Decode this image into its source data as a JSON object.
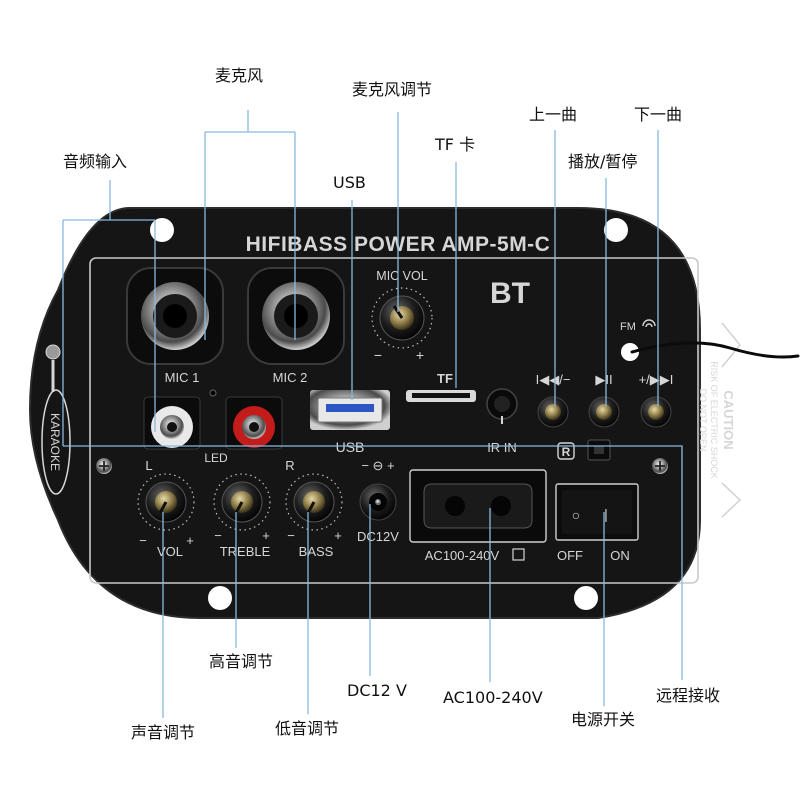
{
  "panel": {
    "model_title": "HIFIBASS POWER AMP-5M-C",
    "bt_label": "BT",
    "mic_vol_label": "MIC VOL",
    "mic_vol_minus": "−",
    "mic_vol_plus": "+",
    "mic1_label": "MIC 1",
    "mic2_label": "MIC 2",
    "usb_label": "USB",
    "tf_label": "TF",
    "ir_label": "IR IN",
    "fm_label": "FM",
    "prev_label": "I◀◀/−",
    "play_label": "▶II",
    "next_label": "+/▶▶I",
    "remote_badge": "R",
    "left_channel": "L",
    "right_channel": "R",
    "led_label": "LED",
    "karaoke_label": "KARAOKE",
    "vol_label": "VOL",
    "treble_label": "TREBLE",
    "bass_label": "BASS",
    "knob_minus": "−",
    "knob_plus": "+",
    "dc_polarity": "− ⊖ +",
    "dc_label": "DC12V",
    "ac_label": "AC100-240V",
    "off_label": "OFF",
    "on_label": "ON",
    "switch_off_symbol": "○",
    "switch_on_symbol": "|",
    "caution_title": "CAUTION",
    "caution_line1": "RISK OF ELECTRIC SHOCK",
    "caution_line2": "DO NOT OPEN"
  },
  "callouts": {
    "microphone": "麦克风",
    "mic_adjust": "麦克风调节",
    "audio_input": "音频输入",
    "usb": "USB",
    "tf_card": "TF 卡",
    "prev_track": "上一曲",
    "next_track": "下一曲",
    "play_pause": "播放/暂停",
    "treble_adjust": "高音调节",
    "volume_adjust": "声音调节",
    "bass_adjust": "低音调节",
    "dc12v": "DC12 V",
    "ac_input": "AC100-240V",
    "power_switch": "电源开关",
    "remote_receive": "远程接收"
  },
  "colors": {
    "panel": "#141414",
    "panel_edge": "#2a2a2a",
    "print": "#d6d6d6",
    "leader": "#8ab9dc",
    "rca_red": "#c41b1b",
    "rca_white": "#e9e9e9"
  }
}
